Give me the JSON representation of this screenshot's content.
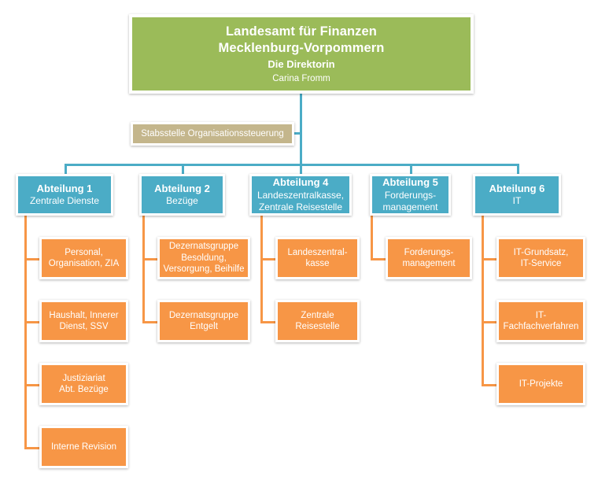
{
  "diagram": {
    "type": "organizational-chart",
    "title_text": "Landesamt für Finanzen Mecklenburg-Vorpommern Organigramm",
    "colors": {
      "root": "#9BBB59",
      "staff_unit": "#C4B68C",
      "department": "#4BACC6",
      "unit": "#F79646",
      "text": "#FFFFFF",
      "background": "#FFFFFF"
    }
  },
  "root": {
    "line1": "Landesamt für Finanzen",
    "line2": "Mecklenburg-Vorpommern",
    "line3": "Die Direktorin",
    "line4": "Carina Fromm"
  },
  "staff_unit": {
    "label": "Stabsstelle Organisationssteuerung"
  },
  "departments": [
    {
      "title": "Abteilung 1",
      "subtitle": "Zentrale Dienste",
      "units": [
        {
          "line1": "Personal,",
          "line2": "Organisation, ZIA"
        },
        {
          "line1": "Haushalt, Innerer",
          "line2": "Dienst, SSV"
        },
        {
          "line1": "Justiziariat",
          "line2": "Abt. Bezüge"
        },
        {
          "line1": "Interne Revision",
          "line2": ""
        }
      ]
    },
    {
      "title": "Abteilung 2",
      "subtitle": "Bezüge",
      "units": [
        {
          "line1": "Dezernatsgruppe",
          "line2": "Besoldung,",
          "line3": "Versorgung, Beihilfe"
        },
        {
          "line1": "Dezernatsgruppe",
          "line2": "Entgelt"
        }
      ]
    },
    {
      "title": "Abteilung  4",
      "subtitle": "Landeszentralkasse,",
      "subtitle2": "Zentrale Reisestelle",
      "units": [
        {
          "line1": "Landeszentral-",
          "line2": "kasse"
        },
        {
          "line1": "Zentrale Reisestelle",
          "line2": ""
        }
      ]
    },
    {
      "title": "Abteilung 5",
      "subtitle": "Forderungs-",
      "subtitle2": "management",
      "units": [
        {
          "line1": "Forderungs-",
          "line2": "management"
        }
      ]
    },
    {
      "title": "Abteilung 6",
      "subtitle": "IT",
      "units": [
        {
          "line1": "IT-Grundsatz,",
          "line2": "IT-Service"
        },
        {
          "line1": "IT-Fachfachverfahren",
          "line2": ""
        },
        {
          "line1": "IT-Projekte",
          "line2": ""
        }
      ]
    }
  ]
}
